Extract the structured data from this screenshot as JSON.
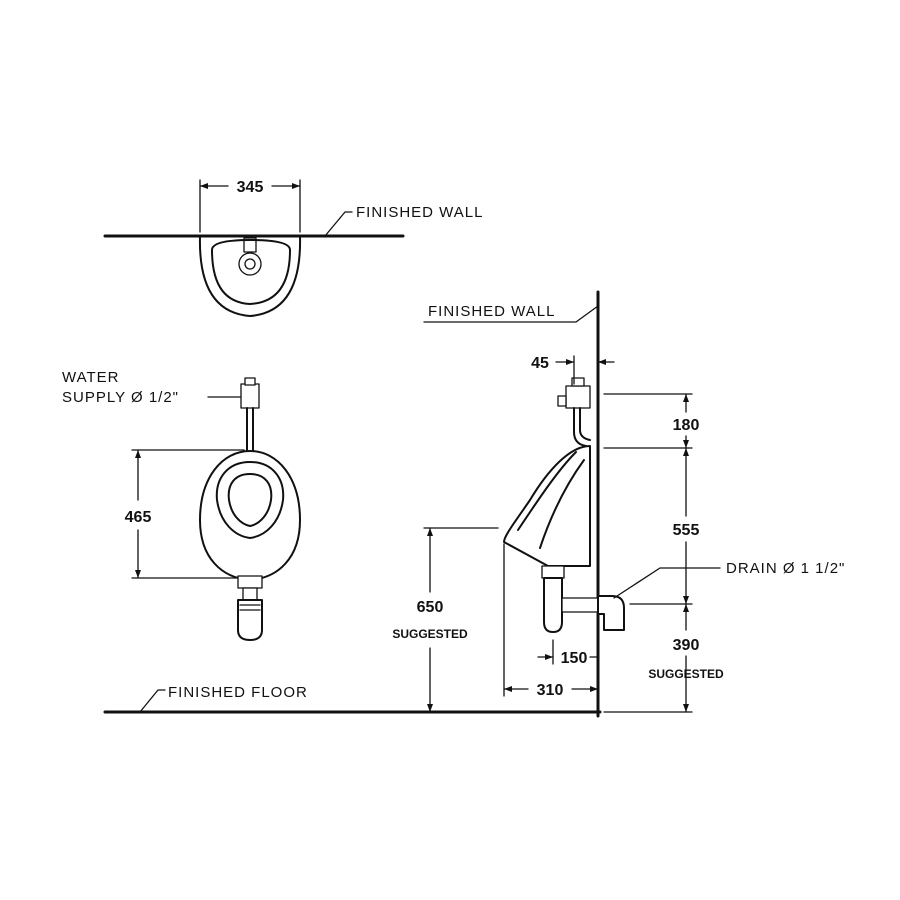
{
  "labels": {
    "finished_wall_top": "FINISHED  WALL",
    "finished_wall_side": "FINISHED  WALL",
    "finished_floor": "FINISHED  FLOOR",
    "water_supply_line1": "WATER",
    "water_supply_line2": "SUPPLY  Ø  1/2\"",
    "drain": "DRAIN Ø  1  1/2\"",
    "suggested_left": "SUGGESTED",
    "suggested_right": "SUGGESTED"
  },
  "dimensions": {
    "top_width": "345",
    "front_height": "465",
    "side_offset": "45",
    "side_supply_height": "180",
    "side_body_height": "555",
    "rim_height": "650",
    "drain_height": "390",
    "drain_offset": "150",
    "depth": "310"
  }
}
